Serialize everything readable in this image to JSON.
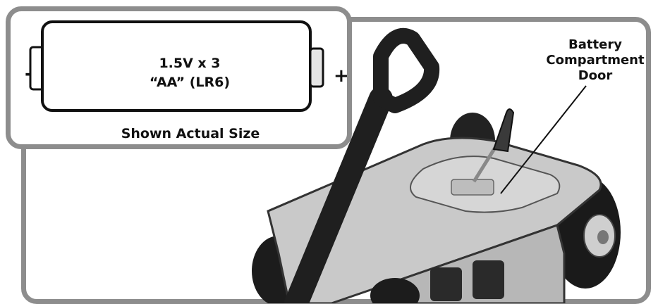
{
  "battery": {
    "minus": "-",
    "plus": "+",
    "line1": "1.5V x 3",
    "line2": "“AA” (LR6)",
    "caption": "Shown Actual Size"
  },
  "callout": {
    "line1": "Battery",
    "line2": "Compartment",
    "line3": "Door"
  },
  "colors": {
    "panel_border": "#8d8d8d",
    "text": "#111111"
  },
  "icons": [
    "battery-icon",
    "wagon-illustration",
    "screwdriver-icon",
    "leader-line"
  ]
}
